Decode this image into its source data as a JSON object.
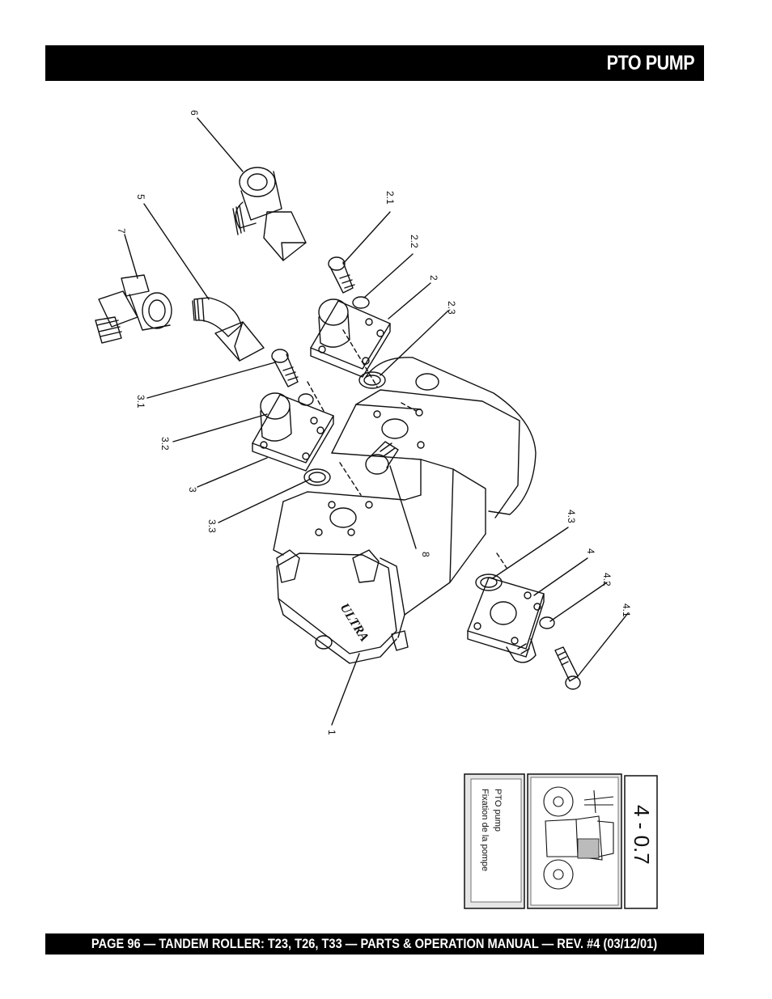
{
  "header": {
    "title": "PTO PUMP"
  },
  "footer": {
    "text": "PAGE 96 — TANDEM ROLLER: T23, T26, T33 — PARTS & OPERATION MANUAL — REV. #4 (03/12/01)"
  },
  "diagram": {
    "callouts": [
      "6",
      "5",
      "7",
      "2.1",
      "2.2",
      "2",
      "2.3",
      "3.1",
      "3.2",
      "3",
      "3.3",
      "8",
      "4.3",
      "4",
      "4.2",
      "4.1",
      "1"
    ],
    "brand_mark": "ULTRA"
  },
  "reference_card": {
    "code": "4 - 0.7",
    "label_en": "PTO pump",
    "label_fr": "Fixation de la pompe"
  }
}
